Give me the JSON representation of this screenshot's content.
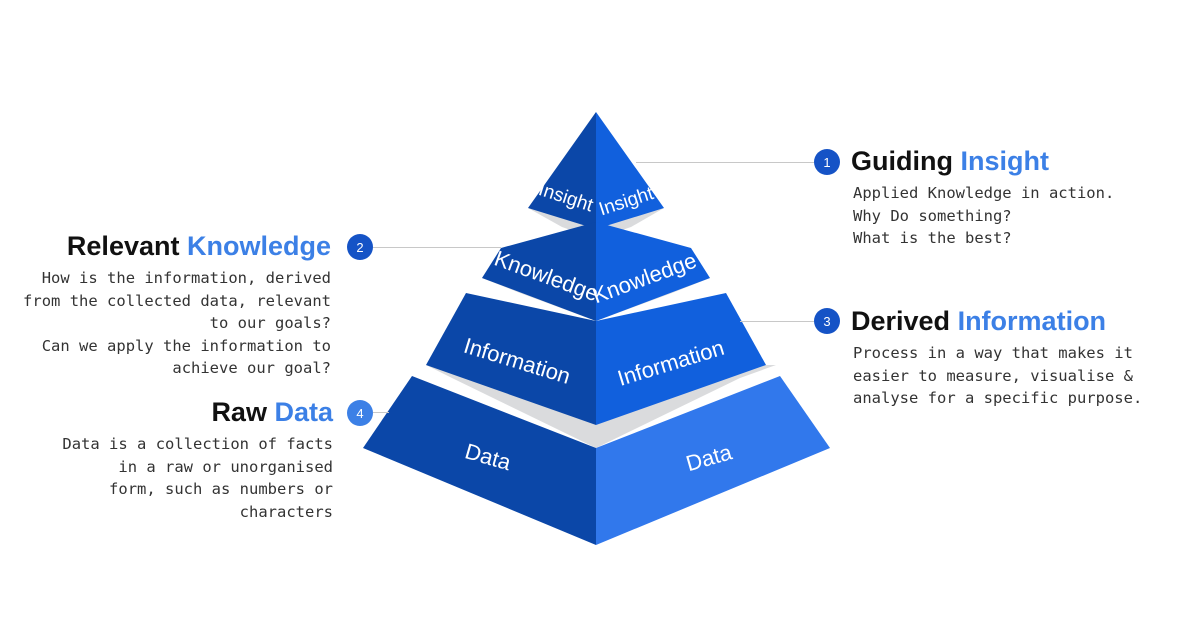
{
  "tiers": [
    {
      "left_label": "Insight",
      "right_label": "Insight"
    },
    {
      "left_label": "Knowledge",
      "right_label": "Knowledge"
    },
    {
      "left_label": "Information",
      "right_label": "Information"
    },
    {
      "left_label": "Data",
      "right_label": "Data"
    }
  ],
  "callouts": {
    "insight": {
      "number": "1",
      "head_plain": "Guiding ",
      "head_accent": "Insight",
      "lines": [
        "Applied Knowledge in action.",
        "Why Do something?",
        "What is the best?"
      ]
    },
    "knowledge": {
      "number": "2",
      "head_plain": "Relevant ",
      "head_accent": "Knowledge",
      "lines": [
        "How is the information, derived",
        "from the collected data, relevant",
        "to our goals?",
        "Can we apply the information to",
        "achieve our goal?"
      ]
    },
    "information": {
      "number": "3",
      "head_plain": "Derived ",
      "head_accent": "Information",
      "lines": [
        "Process in a way that makes it",
        "easier to measure, visualise &",
        "analyse for a specific purpose."
      ]
    },
    "data": {
      "number": "4",
      "head_plain": "Raw ",
      "head_accent": "Data",
      "lines": [
        "Data is a collection of facts",
        "in a raw or unorganised",
        "form, such as numbers or",
        "characters"
      ]
    }
  },
  "colors": {
    "accent": "#3c80e6",
    "badge_dark": "#1553c6",
    "badge_light": "#3c80e6",
    "face_dark": "#0b47a8",
    "face_light_top": "#1160dd",
    "face_data_right": "#3178ec",
    "gap_gray": "#dadbdd"
  }
}
